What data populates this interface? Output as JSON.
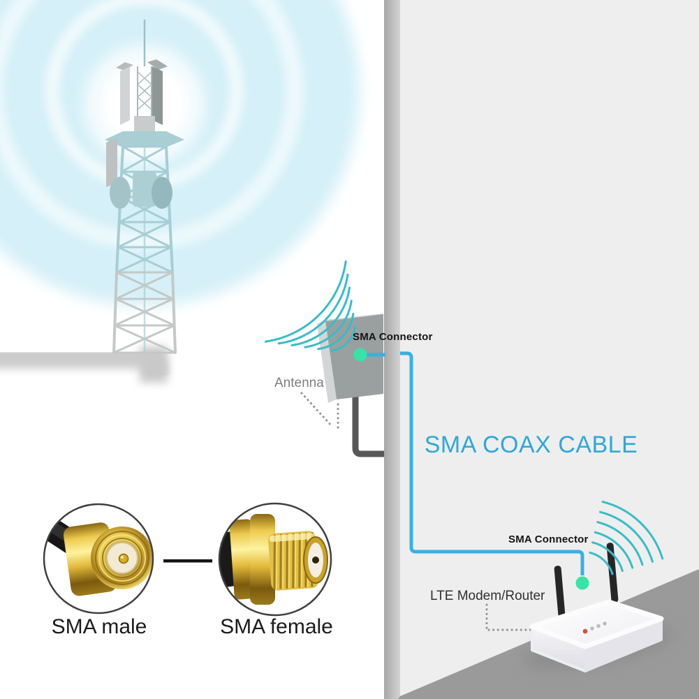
{
  "diagram": {
    "headline": "SMA COAX CABLE",
    "labels": {
      "antenna": "Antenna",
      "sma_connector_top": "SMA Connector",
      "sma_connector_bottom": "SMA Connector",
      "lte_modem_router": "LTE Modem/Router",
      "sma_male": "SMA male",
      "sma_female": "SMA female"
    },
    "icons": [
      "cell-tower-icon",
      "signal-rings-icon",
      "wifi-signal-icon",
      "connector-dot-icon",
      "router-icon",
      "sma-male-photo",
      "sma-female-photo"
    ],
    "colors": {
      "headline_text": "#2fa7d9",
      "coax_cable": "#38b0e2",
      "connector_dot": "#38e3a8",
      "wifi_arcs": "#36bdc7",
      "signal_disc": "#d5f0f8",
      "wall_face": "#eeeeef",
      "wall_edge": "#b3b3b3",
      "floor": "#9a9a9a",
      "antenna_panel": "#9aa0a0",
      "router_body": "#f7f7f9",
      "router_led_red": "#d94f3d",
      "gold_connector": "#e6c44e",
      "label_gray": "#7d7d7d"
    }
  }
}
